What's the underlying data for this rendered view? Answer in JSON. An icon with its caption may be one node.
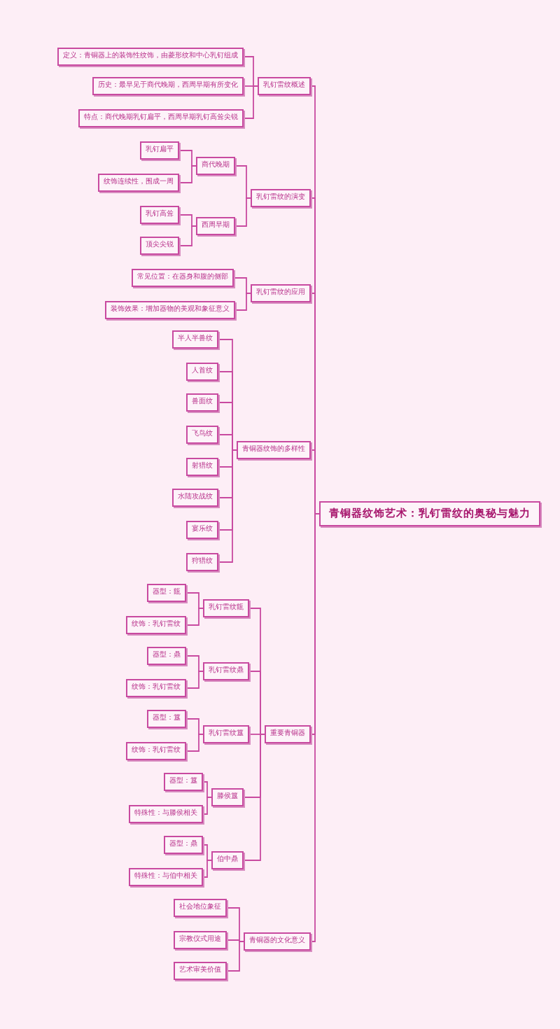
{
  "diagram": {
    "nodes": [
      {
        "text": [
          "青铜器纹饰艺术：乳钉雷纹的奥秘与魅力"
        ]
      },
      {
        "text": [
          "乳钉雷纹概述"
        ]
      },
      {
        "text": [
          "定义：青铜器上的装饰性纹饰，由菱形纹和中心乳钉组成"
        ]
      },
      {
        "text": [
          "历史：最早见于商代晚期，西周早期有所变化"
        ]
      },
      {
        "text": [
          "特点：商代晚期乳钉扁平，西周早期乳钉高耸尖锐"
        ]
      },
      {
        "text": [
          "乳钉雷纹的演变"
        ]
      },
      {
        "text": [
          "商代晚期"
        ]
      },
      {
        "text": [
          "乳钉扁平"
        ]
      },
      {
        "text": [
          "纹饰连续性，围成一周"
        ]
      },
      {
        "text": [
          "西周早期"
        ]
      },
      {
        "text": [
          "乳钉高耸"
        ]
      },
      {
        "text": [
          "顶尖尖锐"
        ]
      },
      {
        "text": [
          "乳钉雷纹的应用"
        ]
      },
      {
        "text": [
          "常见位置：在器身和腹的侧部"
        ]
      },
      {
        "text": [
          "装饰效果：增加器物的美观和象征意义"
        ]
      },
      {
        "text": [
          "青铜器纹饰的多样性"
        ]
      },
      {
        "text": [
          "半人半兽纹"
        ]
      },
      {
        "text": [
          "人首纹"
        ]
      },
      {
        "text": [
          "兽面纹"
        ]
      },
      {
        "text": [
          "飞鸟纹"
        ]
      },
      {
        "text": [
          "射猎纹"
        ]
      },
      {
        "text": [
          "水陆攻战纹"
        ]
      },
      {
        "text": [
          "宴乐纹"
        ]
      },
      {
        "text": [
          "狩猎纹"
        ]
      },
      {
        "text": [
          "重要青铜器"
        ]
      },
      {
        "text": [
          "乳钉雷纹瓿"
        ]
      },
      {
        "text": [
          "器型：瓿"
        ]
      },
      {
        "text": [
          "纹饰：乳钉雷纹"
        ]
      },
      {
        "text": [
          "乳钉雷纹鼎"
        ]
      },
      {
        "text": [
          "器型：鼎"
        ]
      },
      {
        "text": [
          "纹饰：乳钉雷纹"
        ]
      },
      {
        "text": [
          "乳钉雷纹簋"
        ]
      },
      {
        "text": [
          "器型：簋"
        ]
      },
      {
        "text": [
          "纹饰：乳钉雷纹"
        ]
      },
      {
        "text": [
          "滕侯簋"
        ]
      },
      {
        "text": [
          "器型：簋"
        ]
      },
      {
        "text": [
          "特殊性：与滕侯相关"
        ]
      },
      {
        "text": [
          "伯中鼎"
        ]
      },
      {
        "text": [
          "器型：鼎"
        ]
      },
      {
        "text": [
          "特殊性：与伯中相关"
        ]
      },
      {
        "text": [
          "青铜器的文化意义"
        ]
      },
      {
        "text": [
          "社会地位象征"
        ]
      },
      {
        "text": [
          "宗教仪式用途"
        ]
      },
      {
        "text": [
          "艺术审美价值"
        ]
      }
    ],
    "edges": [
      {
        "from": 0,
        "to": 1,
        "arrow": "none"
      },
      {
        "from": 1,
        "to": 2,
        "arrow": "none"
      },
      {
        "from": 1,
        "to": 3,
        "arrow": "none"
      },
      {
        "from": 1,
        "to": 4,
        "arrow": "none"
      },
      {
        "from": 0,
        "to": 5,
        "arrow": "none"
      },
      {
        "from": 5,
        "to": 6,
        "arrow": "none"
      },
      {
        "from": 6,
        "to": 7,
        "arrow": "none"
      },
      {
        "from": 6,
        "to": 8,
        "arrow": "none"
      },
      {
        "from": 5,
        "to": 9,
        "arrow": "none"
      },
      {
        "from": 9,
        "to": 10,
        "arrow": "none"
      },
      {
        "from": 9,
        "to": 11,
        "arrow": "none"
      },
      {
        "from": 0,
        "to": 12,
        "arrow": "none"
      },
      {
        "from": 12,
        "to": 13,
        "arrow": "none"
      },
      {
        "from": 12,
        "to": 14,
        "arrow": "none"
      },
      {
        "from": 0,
        "to": 15,
        "arrow": "none"
      },
      {
        "from": 15,
        "to": 16,
        "arrow": "none"
      },
      {
        "from": 15,
        "to": 17,
        "arrow": "none"
      },
      {
        "from": 15,
        "to": 18,
        "arrow": "none"
      },
      {
        "from": 15,
        "to": 19,
        "arrow": "none"
      },
      {
        "from": 15,
        "to": 20,
        "arrow": "none"
      },
      {
        "from": 15,
        "to": 21,
        "arrow": "none"
      },
      {
        "from": 15,
        "to": 22,
        "arrow": "none"
      },
      {
        "from": 15,
        "to": 23,
        "arrow": "none"
      },
      {
        "from": 0,
        "to": 24,
        "arrow": "none"
      },
      {
        "from": 24,
        "to": 25,
        "arrow": "none"
      },
      {
        "from": 25,
        "to": 26,
        "arrow": "none"
      },
      {
        "from": 25,
        "to": 27,
        "arrow": "none"
      },
      {
        "from": 24,
        "to": 28,
        "arrow": "none"
      },
      {
        "from": 28,
        "to": 29,
        "arrow": "none"
      },
      {
        "from": 28,
        "to": 30,
        "arrow": "none"
      },
      {
        "from": 24,
        "to": 31,
        "arrow": "none"
      },
      {
        "from": 31,
        "to": 32,
        "arrow": "none"
      },
      {
        "from": 31,
        "to": 33,
        "arrow": "none"
      },
      {
        "from": 24,
        "to": 34,
        "arrow": "none"
      },
      {
        "from": 34,
        "to": 35,
        "arrow": "none"
      },
      {
        "from": 34,
        "to": 36,
        "arrow": "none"
      },
      {
        "from": 24,
        "to": 37,
        "arrow": "none"
      },
      {
        "from": 37,
        "to": 38,
        "arrow": "none"
      },
      {
        "from": 37,
        "to": 39,
        "arrow": "none"
      },
      {
        "from": 0,
        "to": 40,
        "arrow": "none"
      },
      {
        "from": 40,
        "to": 41,
        "arrow": "none"
      },
      {
        "from": 40,
        "to": 42,
        "arrow": "none"
      },
      {
        "from": 40,
        "to": 43,
        "arrow": "none"
      }
    ]
  }
}
